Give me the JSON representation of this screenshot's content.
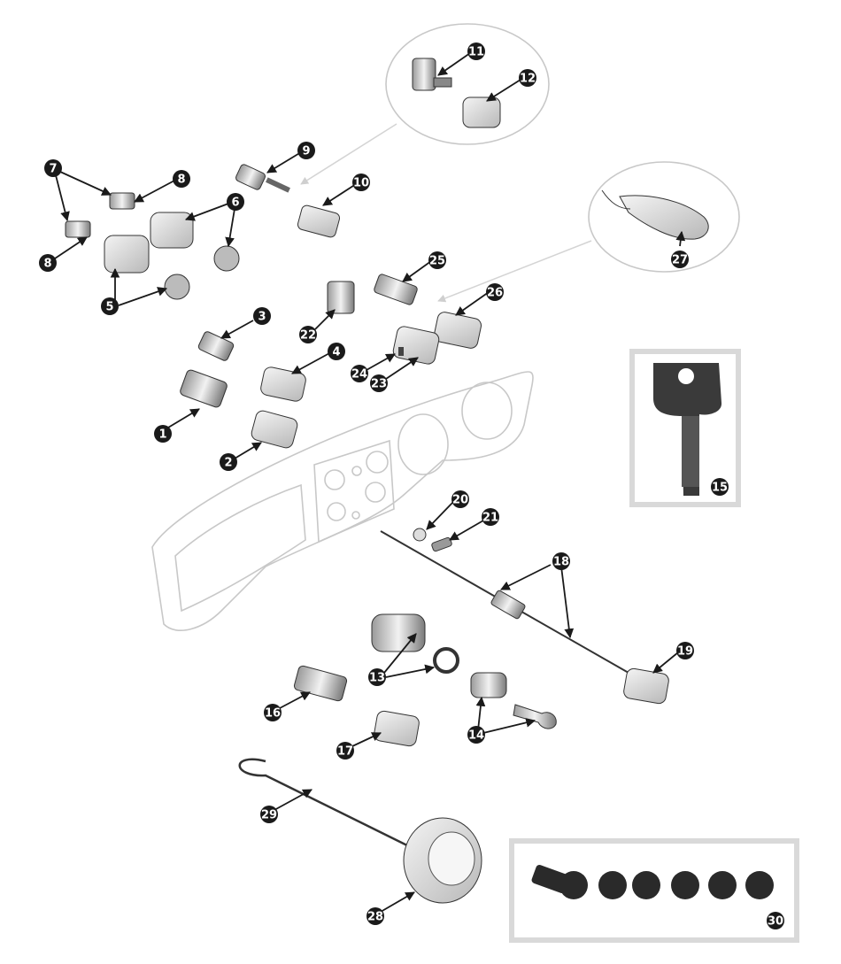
{
  "callouts": {
    "c1": "1",
    "c2": "2",
    "c3": "3",
    "c4": "4",
    "c5": "5",
    "c6": "6",
    "c7": "7",
    "c8a": "8",
    "c8b": "8",
    "c9": "9",
    "c10": "10",
    "c11": "11",
    "c12": "12",
    "c13": "13",
    "c14": "14",
    "c15": "15",
    "c16": "16",
    "c17": "17",
    "c18": "18",
    "c19": "19",
    "c20": "20",
    "c21": "21",
    "c22": "22",
    "c23": "23",
    "c24": "24",
    "c25": "25",
    "c26": "26",
    "c27": "27",
    "c28": "28",
    "c29": "29",
    "c30": "30"
  },
  "colors": {
    "ink": "#1a1a1a",
    "ghost": "#c8c8c8",
    "frame": "#d9d9d9",
    "metal": "#8a8a8a"
  }
}
